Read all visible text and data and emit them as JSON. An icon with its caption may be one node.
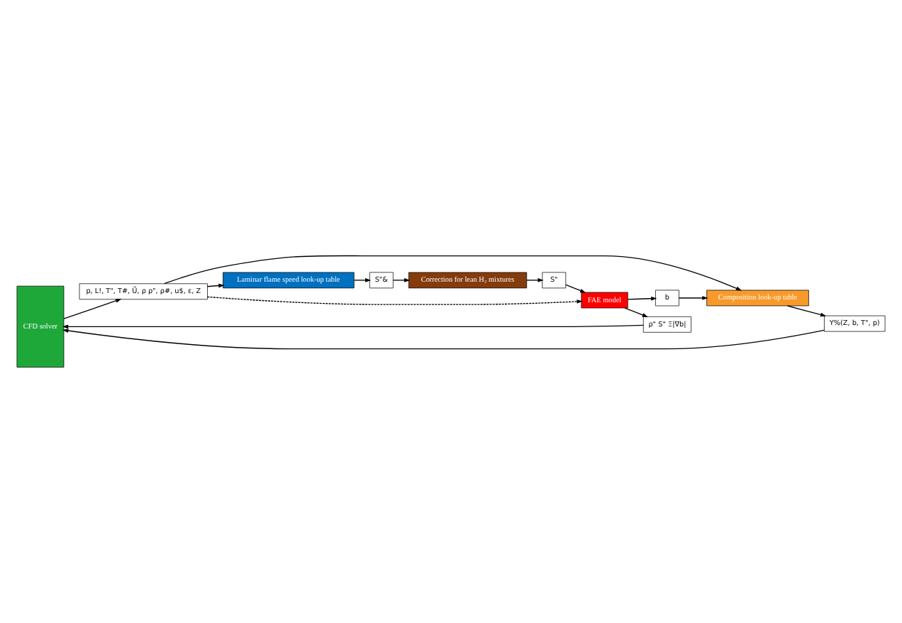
{
  "diagram": {
    "nodes": [
      {
        "text": [
          "CFD solver"
        ]
      },
      {
        "text": [
          "p, L!, T\", T#, U⃗, ρ ρ\", ρ#, u$, ε, Z"
        ]
      },
      {
        "text": [
          "Laminar flame speed look-up table"
        ]
      },
      {
        "text": [
          "S\"&"
        ]
      },
      {
        "text": [
          "Correction for lean H₂ mixtures"
        ]
      },
      {
        "text": [
          "Y%(Z, b, T\", p)"
        ]
      },
      {
        "text": [
          "Composition look-up table"
        ]
      },
      {
        "text": [
          "b"
        ]
      },
      {
        "text": [
          "S\""
        ]
      },
      {
        "text": [
          "FAE model"
        ]
      },
      {
        "text": [
          "ρ\" S\" Ξ|∇b|"
        ]
      }
    ],
    "edges": [
      {
        "from": 0,
        "to": 1,
        "arrow": "to"
      },
      {
        "from": 1,
        "to": 2,
        "arrow": "to"
      },
      {
        "from": 2,
        "to": 3,
        "arrow": "to"
      },
      {
        "from": 3,
        "to": 4,
        "arrow": "to"
      },
      {
        "from": 1,
        "to": 6,
        "arrow": "to"
      },
      {
        "from": 1,
        "to": 9,
        "arrow": "to",
        "style": "dashed"
      },
      {
        "from": 6,
        "to": 5,
        "arrow": "to"
      },
      {
        "from": 5,
        "to": 0,
        "arrow": "to"
      },
      {
        "from": 4,
        "to": 8,
        "arrow": "to"
      },
      {
        "from": 8,
        "to": 9,
        "arrow": "to"
      },
      {
        "from": 9,
        "to": 7,
        "arrow": "to"
      },
      {
        "from": 7,
        "to": 6,
        "arrow": "to"
      },
      {
        "from": 9,
        "to": 10,
        "arrow": "to"
      },
      {
        "from": 10,
        "to": 0,
        "arrow": "to"
      }
    ]
  }
}
